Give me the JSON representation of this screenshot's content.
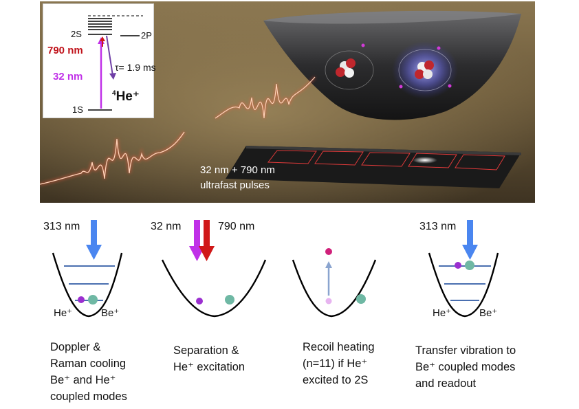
{
  "inset": {
    "level_2s": "2S",
    "level_2p": "2P",
    "level_1s": "1S",
    "wl_790": "790 nm",
    "wl_32": "32 nm",
    "lifetime": "τ= 1.9 ms",
    "species_mass": "4",
    "species": "He⁺"
  },
  "scene": {
    "pulse_line1": "32 nm + 790 nm",
    "pulse_line2": "ultrafast pulses"
  },
  "steps": [
    {
      "laser_label": "313 nm",
      "ion_left": "He⁺",
      "ion_right": "Be⁺",
      "caption": [
        "Doppler &",
        "Raman cooling",
        "Be⁺ and He⁺",
        "coupled modes"
      ]
    },
    {
      "laser_label_a": "32 nm",
      "laser_label_b": "790 nm",
      "caption": [
        "Separation &",
        "He⁺ excitation"
      ]
    },
    {
      "caption": [
        "Recoil heating",
        "(n=11) if He⁺",
        "excited to 2S"
      ]
    },
    {
      "laser_label": "313 nm",
      "ion_left": "He⁺",
      "ion_right": "Be⁺",
      "caption": [
        "Transfer vibration to",
        "Be⁺ coupled modes",
        "and readout"
      ]
    }
  ],
  "colors": {
    "arrow_313": "#4a86f0",
    "arrow_32": "#c030e8",
    "arrow_790": "#d01818",
    "he_ion": "#9b2fd0",
    "be_ion": "#6fb8a4",
    "level_line": "#4a6fb0"
  }
}
